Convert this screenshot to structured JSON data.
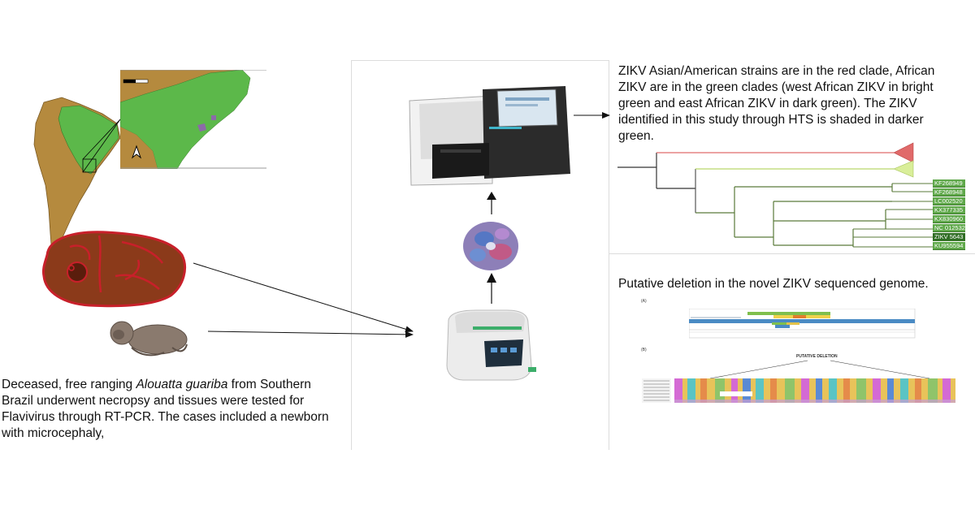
{
  "left_caption": {
    "part1": "Deceased, free ranging ",
    "species": "Alouatta guariba",
    "part2": " from Southern Brazil underwent necropsy and tissues were tested for Flavivirus through RT-PCR. The cases included a newborn with microcephaly,"
  },
  "tree_caption": "ZIKV Asian/American strains are in the red clade, African ZIKV are in the green clades (west African ZIKV in bright green and east African ZIKV in dark green). The ZIKV identified in this study through HTS is shaded in darker green.",
  "deletion_caption": "Putative deletion in the novel ZIKV sequenced genome.",
  "deletion_panel": {
    "panel_a": "(A)",
    "panel_b": "(B)",
    "title": "PUTATIVE DELETION"
  },
  "tree_tips": [
    "KF268949",
    "KF268948",
    "LC002520",
    "KX377335",
    "KX830960",
    "NC 012532",
    "ZIKV 5643",
    "KU955594"
  ],
  "colors": {
    "map_land": "#b58a3e",
    "brazil_green": "#5cb84a",
    "red_clade": "#e06a6a",
    "lime_clade": "#d9ee9a",
    "green_clade": "#5fa84a",
    "study_strain": "#2f6d24",
    "brain": "#8b3a1a"
  }
}
